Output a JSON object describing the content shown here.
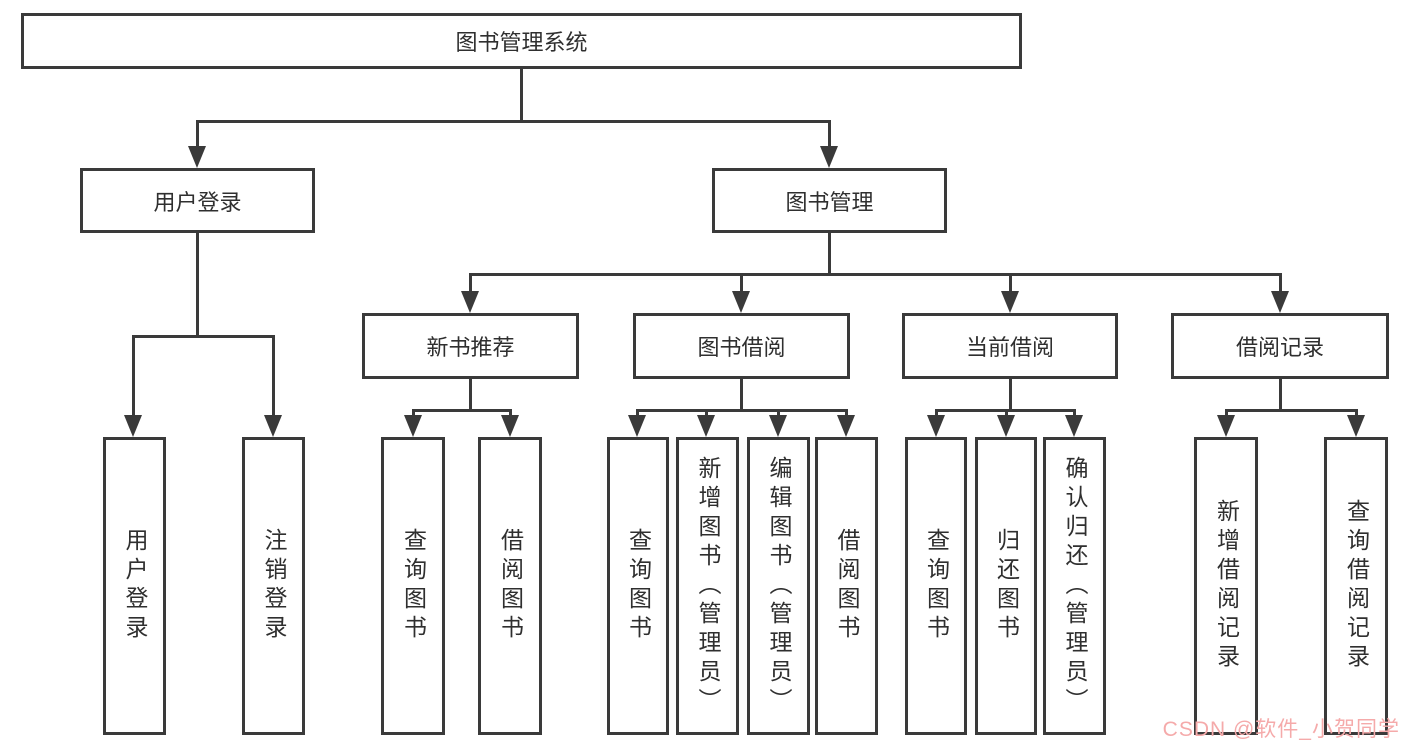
{
  "diagram": {
    "title": "图书管理系统",
    "level2": {
      "user_login": "用户登录",
      "book_management": "图书管理"
    },
    "level3": {
      "new_book_recommend": "新书推荐",
      "book_borrow": "图书借阅",
      "current_borrow": "当前借阅",
      "borrow_records": "借阅记录"
    },
    "leaves": {
      "user_login": "用户登录",
      "logout": "注销登录",
      "new_query_book": "查询图书",
      "new_borrow_book": "借阅图书",
      "borrow_query_book": "查询图书",
      "borrow_add_book": "新增图书（管理员）",
      "borrow_edit_book": "编辑图书（管理员）",
      "borrow_borrow_book": "借阅图书",
      "current_query_book": "查询图书",
      "current_return_book": "归还图书",
      "current_confirm_return": "确认归还（管理员）",
      "records_add": "新增借阅记录",
      "records_query": "查询借阅记录"
    }
  },
  "watermark": "CSDN @软件_小贺同学",
  "colors": {
    "line": "#3a3a3a",
    "text": "#2f2f2f",
    "watermark": "#f5aaaa",
    "bg": "#ffffff"
  }
}
